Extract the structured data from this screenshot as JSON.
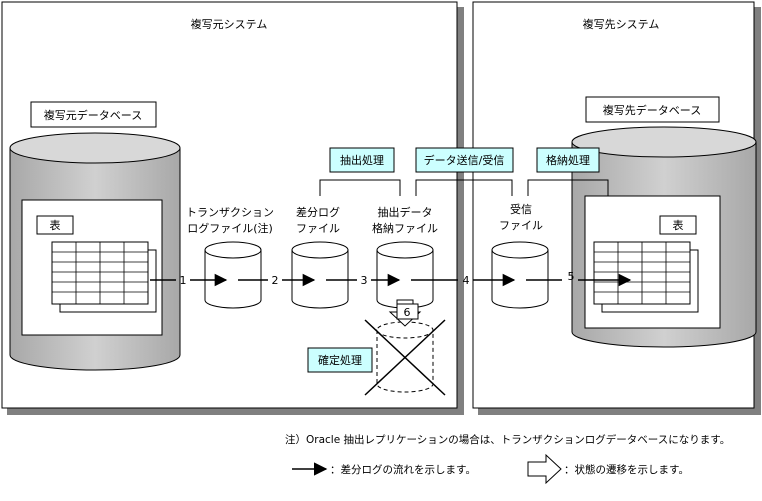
{
  "source_system": {
    "title": "複写元システム",
    "db_label": "複写元データベース",
    "table_label": "表"
  },
  "target_system": {
    "title": "複写先システム",
    "db_label": "複写先データベース",
    "table_label": "表"
  },
  "files": {
    "transaction_log_line1": "トランザクション",
    "transaction_log_line2": "ログファイル(注)",
    "diff_log_line1": "差分ログ",
    "diff_log_line2": "ファイル",
    "extract_line1": "抽出データ",
    "extract_line2": "格納ファイル",
    "receive_line1": "受信",
    "receive_line2": "ファイル"
  },
  "processes": {
    "extract": "抽出処理",
    "transfer": "データ送信/受信",
    "store": "格納処理",
    "confirm": "確定処理"
  },
  "steps": [
    "1",
    "2",
    "3",
    "4",
    "5",
    "6"
  ],
  "colors": {
    "process_box": "#ccffff",
    "db_body": "#bfbfbf",
    "shadow": "#888888"
  },
  "legend": {
    "note": "注）Oracle 抽出レプリケーションの場合は、トランザクションログデータベースになります。",
    "flow_arrow": "：差分ログの流れを示します。",
    "state_arrow": "：状態の遷移を示します。"
  }
}
